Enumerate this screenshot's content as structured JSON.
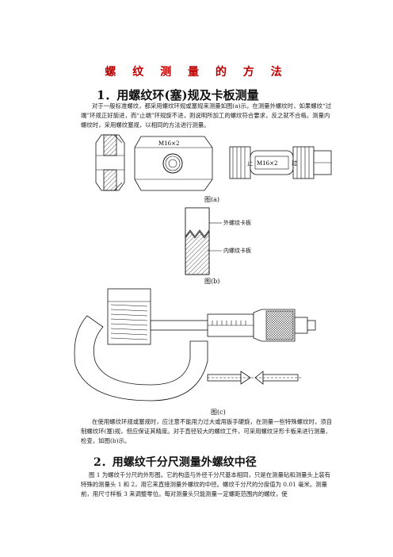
{
  "doc": {
    "title": "螺 纹 测 量 的 方 法",
    "section1_heading": "1．用螺纹环(塞)规及卡板测量",
    "section1_paragraph": "对于一般标准螺纹，都采用螺纹环规或塞规来测量如图(a)示。在测量外螺纹时，如果螺纹“过端”环规正好旋进，而“止端”环规旋不进，则说明所加工的螺纹符合要求，反之就不合格。测量内螺纹时，采用螺纹塞规，以相同的方法进行测量。",
    "caption_a": "图(a)",
    "label_ring_size": "M16×2",
    "label_plug_go": "止",
    "label_plug_size": "M16×2",
    "label_plug_nogo": "过",
    "caption_b": "图(b)",
    "label_outer_gauge": "外螺纹卡板",
    "label_inner_gauge": "内螺纹卡板",
    "caption_c": "图(c)",
    "section1_paragraph2": "在使用螺纹环规或塞规时，应注意不能用力过大或用扳手硬旋，在测量一些特殊螺纹时，须自制螺纹环(塞)规，但应保证其精度。对于直径较大的螺纹工件，可采用螺纹牙形卡板来进行测量、检查，如图(b)示。",
    "section2_heading": "2．用螺纹千分尺测量外螺纹中径",
    "section2_paragraph": "图 1 为螺纹千分尺的外形图。它的构造与外径千分尺基本相同，只是在测量砧和测量头上装有特殊的测量头 1 和 2，用它来直接测量外螺纹的中径。螺纹千分尺的分度值为 0.01 毫米。测量前，用尺寸样板 3 来调整零位。每对测量头只能测量一定螺距范围内的螺纹，使"
  }
}
